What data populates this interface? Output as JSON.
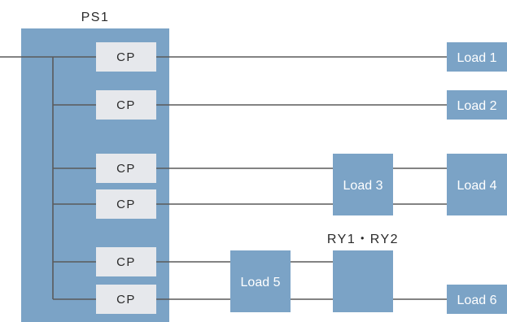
{
  "power_supply": {
    "label": "PS1"
  },
  "cp_label": "CP",
  "relay": {
    "label": "RY1・RY2"
  },
  "loads": {
    "load1": "Load 1",
    "load2": "Load 2",
    "load3": "Load 3",
    "load4": "Load 4",
    "load5": "Load 5",
    "load6": "Load 6"
  },
  "colors": {
    "block": "#7ba3c6",
    "cp_fill": "#e6e8ec",
    "wire": "#5a5a5a"
  }
}
